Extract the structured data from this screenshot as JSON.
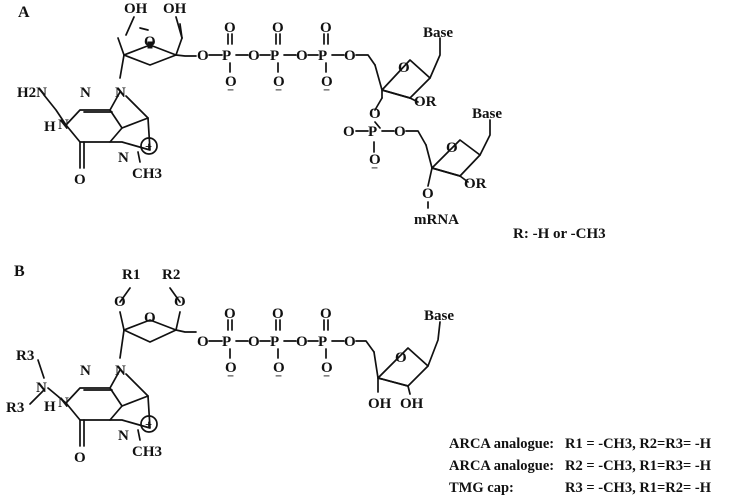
{
  "panel_a": {
    "label": "A",
    "atoms": {
      "oh1": "OH",
      "oh2": "OH",
      "o": "O",
      "p": "P",
      "h2n": "H2N",
      "nh": "H",
      "n": "N",
      "o_carbonyl": "O",
      "ch3": "CH3",
      "charge": "+",
      "base_1": "Base",
      "base_2": "Base",
      "or_1": "OR",
      "or_2": "OR",
      "minus": "−",
      "mrna": "mRNA"
    },
    "r_note": "R: -H or -CH3"
  },
  "panel_b": {
    "label": "B",
    "atoms": {
      "r1": "R1",
      "r2": "R2",
      "r3a": "R3",
      "r3b": "R3",
      "base": "Base",
      "oh1": "OH",
      "oh2": "OH",
      "ch3": "CH3"
    },
    "legend": [
      {
        "name": "ARCA analogue:",
        "value": "R1 = -CH3, R2=R3= -H"
      },
      {
        "name": "ARCA analogue:",
        "value": "R2 = -CH3, R1=R3= -H"
      },
      {
        "name": "TMG cap:",
        "value": "R3 = -CH3, R1=R2= -H"
      }
    ]
  }
}
